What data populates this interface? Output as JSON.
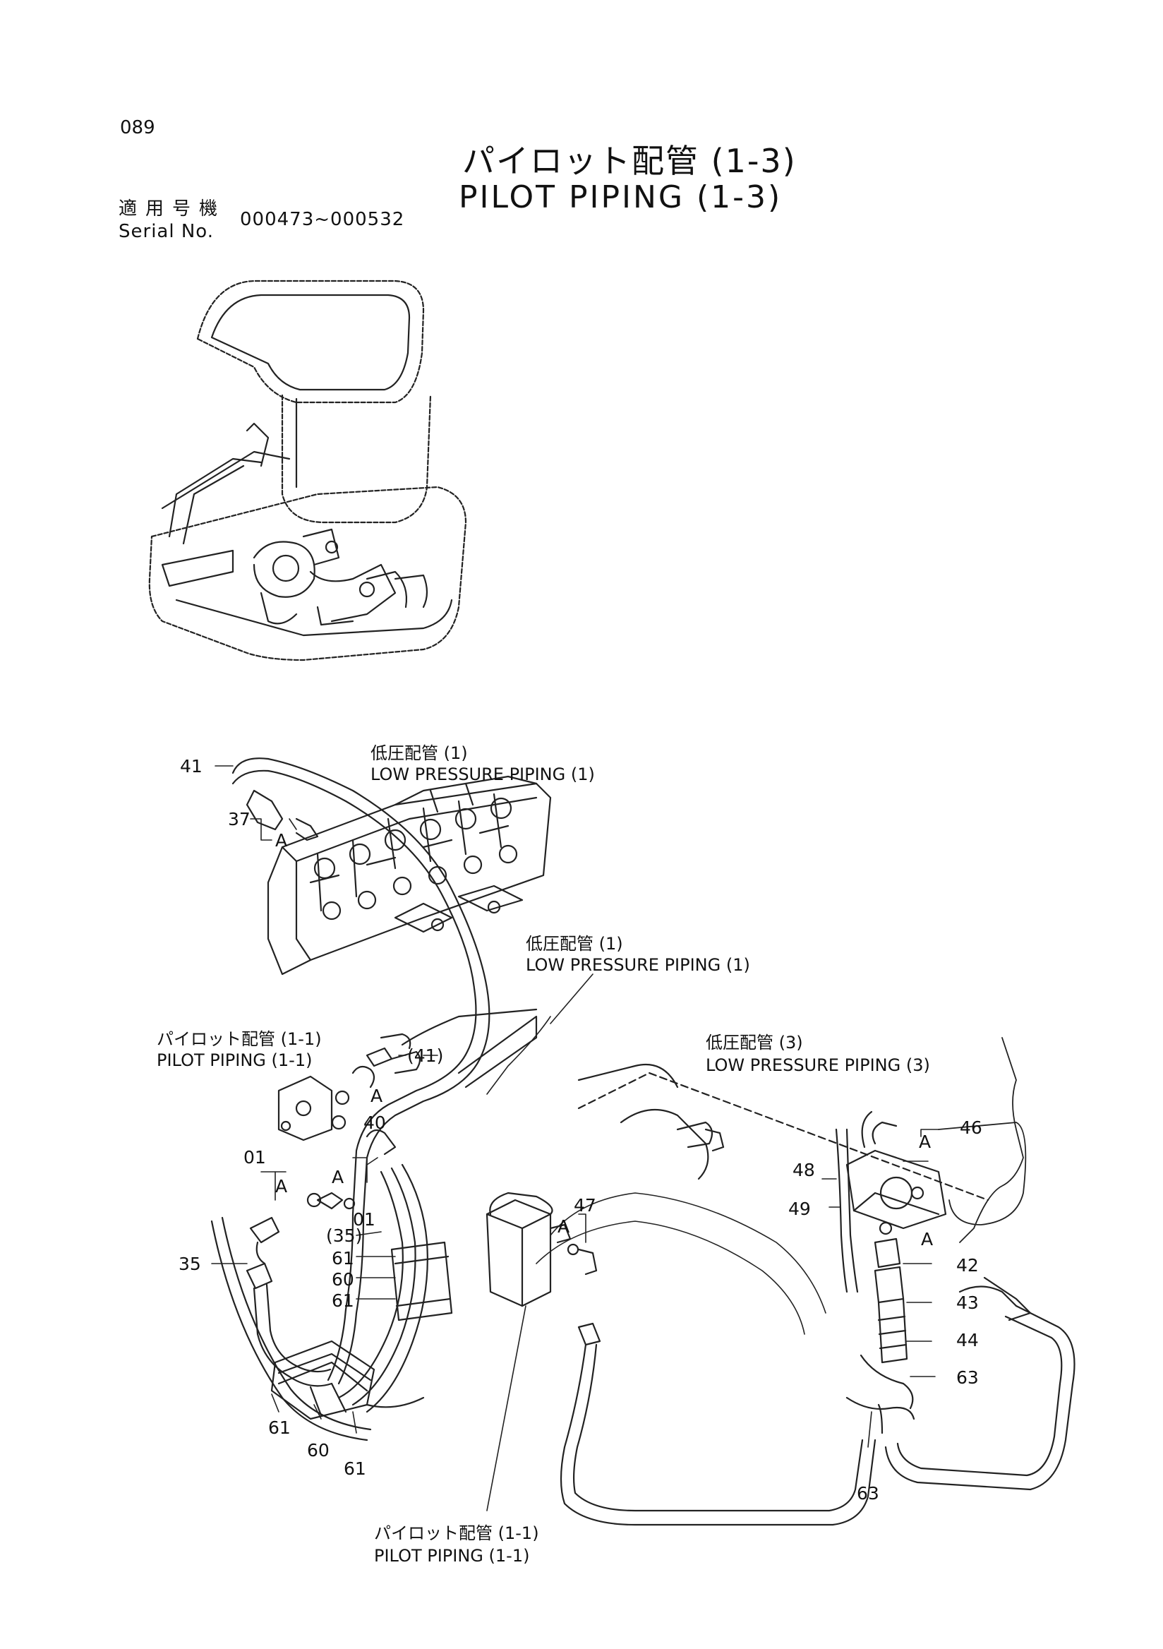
{
  "page_number": "089",
  "title_jp": "パイロット配管 (1-3)",
  "title_en": "PILOT PIPING (1-3)",
  "serial_label_jp": "適用号機",
  "serial_label_en": "Serial No.",
  "serial_range": "000473~000532",
  "labels": {
    "low1_top_jp": "低圧配管 (1)",
    "low1_top_en": "LOW PRESSURE PIPING (1)",
    "low1_mid_jp": "低圧配管 (1)",
    "low1_mid_en": "LOW PRESSURE PIPING (1)",
    "pilot11_left_jp": "パイロット配管 (1-1)",
    "pilot11_left_en": "PILOT PIPING (1-1)",
    "low3_jp": "低圧配管 (3)",
    "low3_en": "LOW PRESSURE PIPING (3)",
    "pilot11_bottom_jp": "パイロット配管 (1-1)",
    "pilot11_bottom_en": "PILOT PIPING (1-1)"
  },
  "callouts": {
    "c41": "41",
    "c37": "37",
    "c41b": "(41)",
    "c40": "40",
    "c01a": "01",
    "c01b": "01",
    "c35p": "(35)",
    "c35": "35",
    "c61a": "61",
    "c60a": "60",
    "c61b": "61",
    "c61c": "61",
    "c60b": "60",
    "c61d": "61",
    "c47": "47",
    "c46": "46",
    "c48": "48",
    "c49": "49",
    "c42": "42",
    "c43": "43",
    "c44": "44",
    "c63a": "63",
    "c63b": "63"
  },
  "view_marks": {
    "a1": "A",
    "a2": "A",
    "a3": "A",
    "a4": "A",
    "a5": "A",
    "a6": "A",
    "a7": "A"
  }
}
